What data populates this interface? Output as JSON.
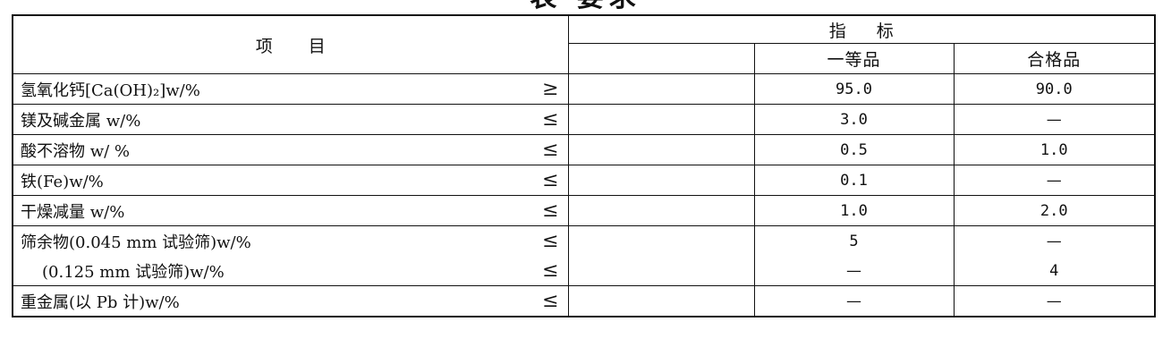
{
  "caption": "表 要求",
  "header": {
    "item": "项目",
    "index": "指标",
    "grade_first": "一等品",
    "grade_qualified": "合格品"
  },
  "rows": [
    {
      "item": "氢氧化钙[Ca(OH)₂]w/%",
      "op": "≥",
      "first": "95.0",
      "qualified": "90.0"
    },
    {
      "item": "镁及碱金属 w/%",
      "op": "≤",
      "first": "3.0",
      "qualified": "—"
    },
    {
      "item": "酸不溶物 w/ %",
      "op": "≤",
      "first": "0.5",
      "qualified": "1.0"
    },
    {
      "item": "铁(Fe)w/%",
      "op": "≤",
      "first": "0.1",
      "qualified": "—"
    },
    {
      "item": "干燥减量 w/%",
      "op": "≤",
      "first": "1.0",
      "qualified": "2.0"
    },
    {
      "item": "筛余物(0.045 mm 试验筛)w/%",
      "op": "≤",
      "first": "5",
      "qualified": "—"
    },
    {
      "item": "(0.125 mm 试验筛)w/%",
      "op": "≤",
      "first": "—",
      "qualified": "4"
    },
    {
      "item": "重金属(以 Pb 计)w/%",
      "op": "≤",
      "first": "—",
      "qualified": "—"
    }
  ]
}
